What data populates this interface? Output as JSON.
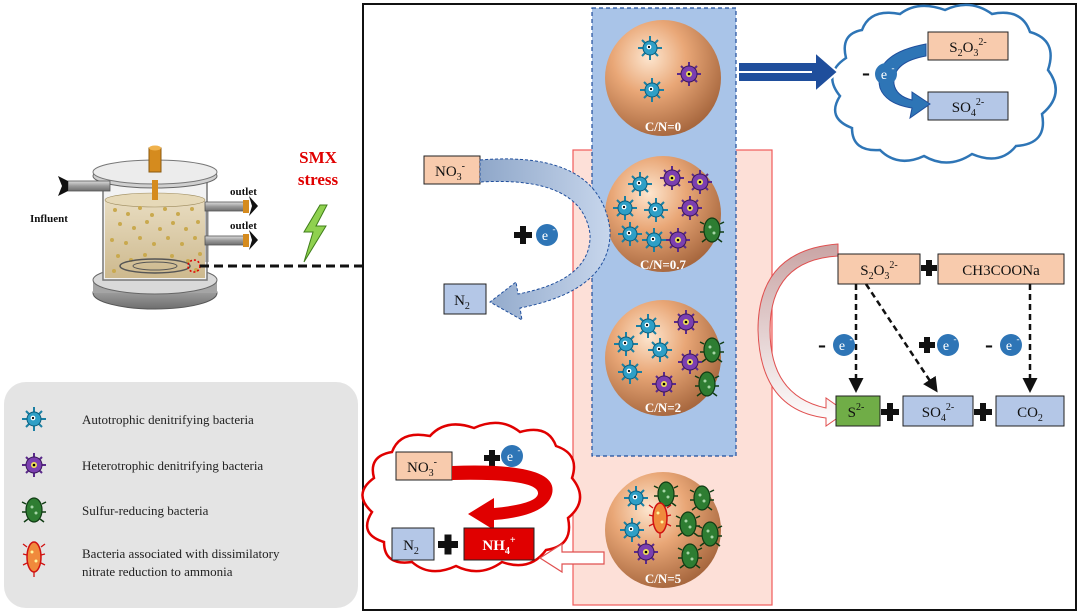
{
  "reactor": {
    "influent_label": "Influent",
    "outlet_labels": [
      "outlet",
      "outlet"
    ]
  },
  "stress": {
    "line1": "SMX",
    "line2": "stress",
    "color": "#e00000"
  },
  "spheres": [
    {
      "label": "C/N=0"
    },
    {
      "label": "C/N=0.7"
    },
    {
      "label": "C/N=2"
    },
    {
      "label": "C/N=5"
    }
  ],
  "electron": "e",
  "electron_charge": "-",
  "species": {
    "no3": {
      "base": "NO",
      "sub": "3",
      "sup": "-"
    },
    "n2": {
      "base": "N",
      "sub": "2"
    },
    "s2o3": {
      "base": "S",
      "sub1": "2",
      "mid": "O",
      "sub2": "3",
      "sup": "2-"
    },
    "so4": {
      "base": "SO",
      "sub": "4",
      "sup": "2-"
    },
    "s2": {
      "base": "S",
      "sup": "2-"
    },
    "co2": {
      "base": "CO",
      "sub": "2"
    },
    "ch3coona": {
      "text": "CH3COONa"
    },
    "nh4": {
      "base": "NH",
      "sub": "4",
      "sup": "+"
    }
  },
  "legend": {
    "items": [
      {
        "icon": "autotrophic-bacteria-icon",
        "lines": [
          "Autotrophic denitrifying bacteria"
        ]
      },
      {
        "icon": "heterotrophic-bacteria-icon",
        "lines": [
          "Heterotrophic denitrifying bacteria"
        ]
      },
      {
        "icon": "sulfur-reducing-bacteria-icon",
        "lines": [
          "Sulfur-reducing bacteria"
        ]
      },
      {
        "icon": "dnra-bacteria-icon",
        "lines": [
          "Bacteria associated  with dissimilatory",
          "nitrate reduction to ammonia"
        ]
      }
    ]
  },
  "colors": {
    "orange_box": "#f8cbad",
    "blue_box": "#b4c7e7",
    "green_box": "#70ad47",
    "red_box": "#e00000",
    "blue_panel": "#a9c4e8",
    "pink_panel": "#fde0d8",
    "dark_blue": "#1f4e9c",
    "electron_blue": "#2e75b6",
    "red_cloud": "#e00000"
  }
}
